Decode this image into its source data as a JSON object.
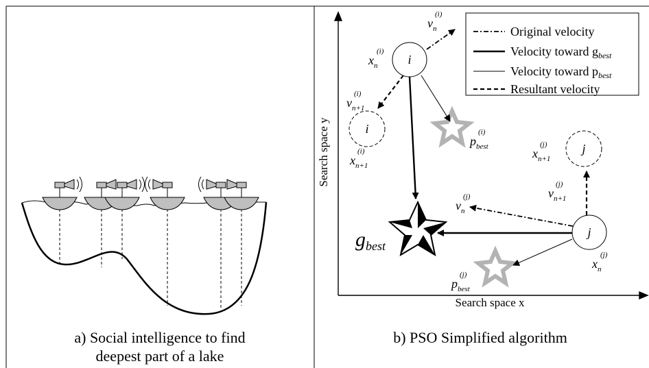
{
  "captions": {
    "a_line1": "a) Social intelligence to find",
    "a_line2": "deepest part of a lake",
    "b": "b) PSO Simplified algorithm"
  },
  "axes": {
    "x_label": "Search space x",
    "y_label": "Search space y"
  },
  "legend": {
    "items": [
      {
        "style": "dash-dot",
        "label": "Original velocity"
      },
      {
        "style": "thick",
        "label": "Velocity toward g",
        "sub": "best"
      },
      {
        "style": "thin",
        "label": "Velocity toward p",
        "sub": "best"
      },
      {
        "style": "dashed",
        "label": "Resultant velocity"
      }
    ]
  },
  "particles": {
    "i": {
      "name": "i"
    },
    "j": {
      "name": "j"
    },
    "i_next": {
      "name": "i"
    },
    "j_next": {
      "name": "j"
    }
  },
  "math": {
    "x": "x",
    "v": "v",
    "p": "p",
    "g": "g",
    "sup_i": "(i)",
    "sup_j": "(j)",
    "sub_n": "n",
    "sub_n1": "n+1",
    "sub_best": "best"
  },
  "colors": {
    "ink": "#000000",
    "pbest_star": "#b3b3b3",
    "boat": "#bfbfbf"
  }
}
